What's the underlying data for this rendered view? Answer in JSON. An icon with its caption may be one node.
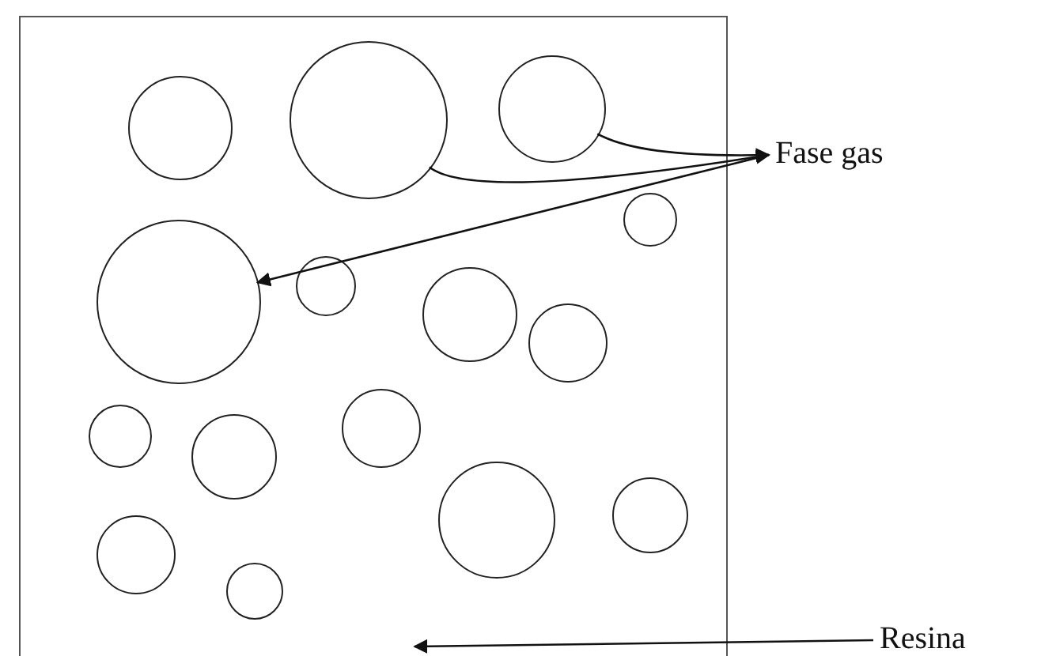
{
  "diagram": {
    "nodes": [
      {
        "text": [],
        "shape": "box"
      },
      {
        "text": [],
        "shape": "circle",
        "in": 0
      },
      {
        "text": [],
        "shape": "circle",
        "in": 0
      },
      {
        "text": [],
        "shape": "circle",
        "in": 0
      },
      {
        "text": [],
        "shape": "circle",
        "in": 0
      },
      {
        "text": [],
        "shape": "circle",
        "in": 0
      },
      {
        "text": [],
        "shape": "circle",
        "in": 0
      },
      {
        "text": [],
        "shape": "circle",
        "in": 0
      },
      {
        "text": [],
        "shape": "circle",
        "in": 0
      },
      {
        "text": [],
        "shape": "circle",
        "in": 0
      },
      {
        "text": [],
        "shape": "circle",
        "in": 0
      },
      {
        "text": [],
        "shape": "circle",
        "in": 0
      },
      {
        "text": [],
        "shape": "circle",
        "in": 0
      },
      {
        "text": [],
        "shape": "circle",
        "in": 0
      },
      {
        "text": [],
        "shape": "circle",
        "in": 0
      },
      {
        "text": [],
        "shape": "circle",
        "in": 0
      },
      {
        "text": [
          "Fase gas"
        ]
      },
      {
        "text": [
          "Resina"
        ]
      }
    ],
    "edges": [
      {
        "from": 3,
        "to": 16,
        "arrow": "to"
      },
      {
        "from": 2,
        "to": 16,
        "arrow": "to"
      },
      {
        "from": 16,
        "to": 5,
        "arrow": "to"
      },
      {
        "from": 17,
        "to": 0,
        "arrow": "to"
      }
    ]
  }
}
